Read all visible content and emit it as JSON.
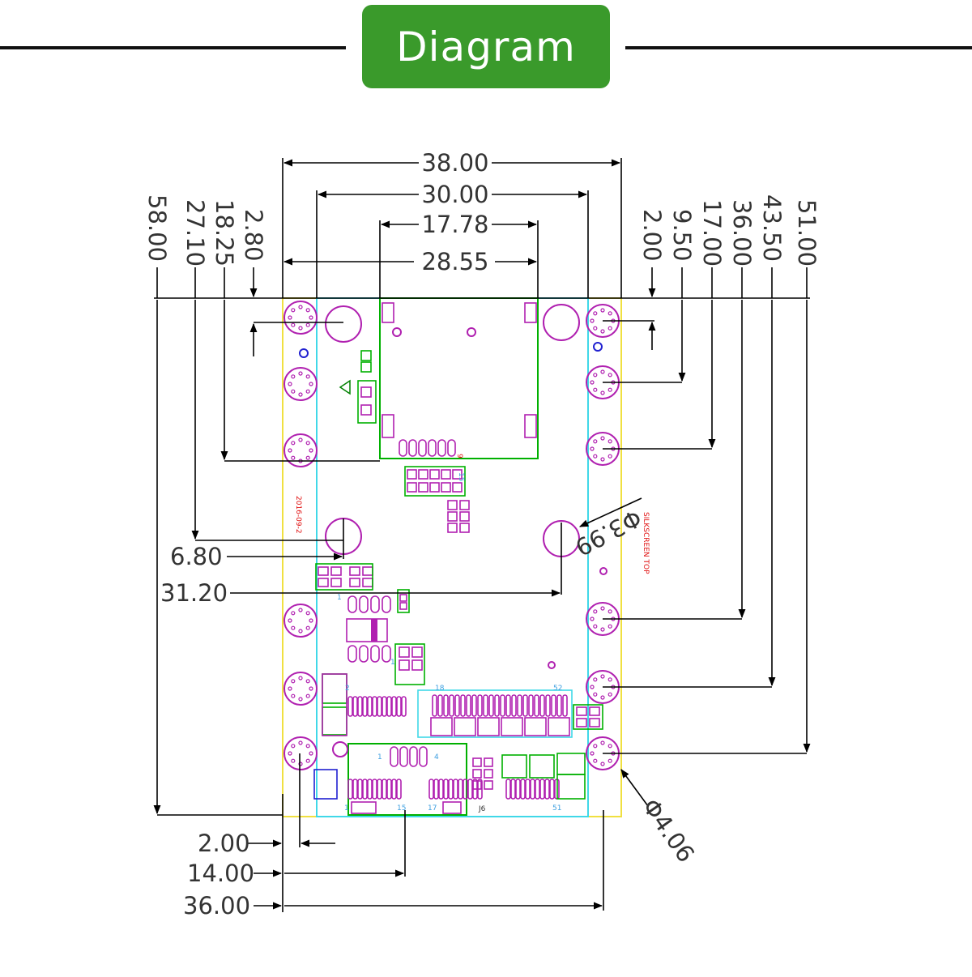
{
  "banner": {
    "title": "Diagram"
  },
  "colors": {
    "banner": "#3a9a2b",
    "outline": "#f0e040",
    "inner": "#40d8e8",
    "component": "#b020b0",
    "pad": "#00b000",
    "silk": "#e01010",
    "dim_line": "#000000"
  },
  "dimensions": {
    "top": [
      "38.00",
      "30.00",
      "17.78",
      "28.55"
    ],
    "left_vertical": [
      "58.00",
      "27.10",
      "18.25",
      "2.80"
    ],
    "right_vertical": [
      "2.00",
      "9.50",
      "17.00",
      "36.00",
      "43.50",
      "51.00"
    ],
    "left_horizontal": [
      "6.80",
      "31.20"
    ],
    "bottom": [
      "2.00",
      "14.00",
      "36.00"
    ],
    "hole_small": "Φ3.99",
    "hole_large": "Φ4.06"
  },
  "silkscreen": {
    "date": "2016-09-2",
    "side": "SILKSCREEN TOP",
    "connector": "J6",
    "pin_labels": [
      "1",
      "15",
      "17",
      "51",
      "18",
      "52",
      "1",
      "2",
      "4",
      "1",
      "9",
      "1",
      "15"
    ]
  }
}
